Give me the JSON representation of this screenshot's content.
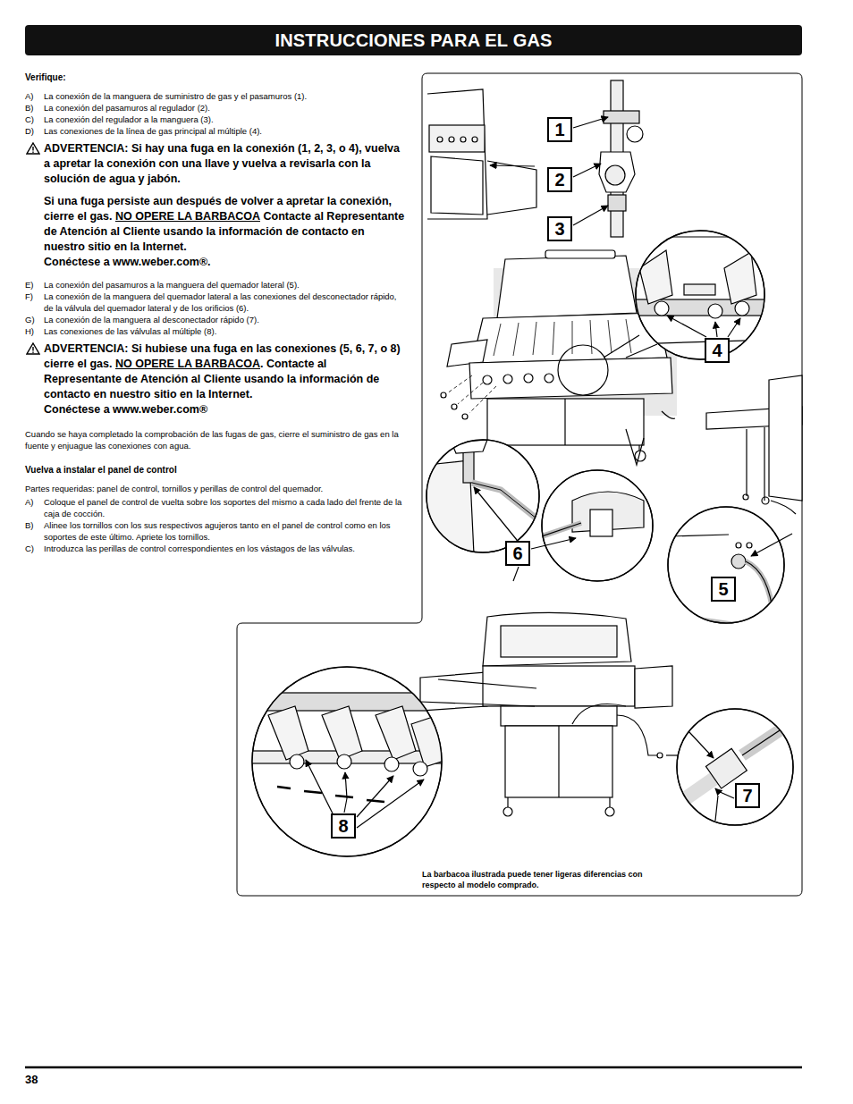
{
  "diagram": {
    "title": "INSTRUCCIONES PARA EL GAS",
    "caption": "La barbacoa ilustrada puede tener ligeras diferencias con respecto al modelo comprado.",
    "nodes": [
      {
        "text": [
          "1"
        ]
      },
      {
        "text": [
          "2"
        ]
      },
      {
        "text": [
          "3"
        ]
      },
      {
        "text": [
          "4"
        ]
      },
      {
        "text": [
          "6"
        ]
      },
      {
        "text": [
          "5"
        ]
      },
      {
        "text": [
          "8"
        ]
      },
      {
        "text": [
          "7"
        ]
      }
    ],
    "labels": [
      "Verifique:",
      "A)",
      "La conexión de la manguera de suministro de gas y el pasamuros (1).",
      "B)",
      "La conexión del pasamuros al regulador (2).",
      "C)",
      "La conexión del regulador a la manguera (3).",
      "D)",
      "Las conexiones de la línea de gas principal al múltiple (4).",
      "ADVERTENCIA: Si hay una fuga en la conexión (1, 2, 3, o 4), vuelva a apretar la conexión con una llave y vuelva a revisarla con la solución de agua y jabón.",
      "Si una fuga persiste aun después de volver a apretar la conexión, cierre el gas.",
      "NO OPERE LA BARBACOA",
      "Contacte al Representante de Atención al Cliente usando la información de contacto en nuestro sitio en la Internet.",
      "Conéctese a www.weber.com®.",
      "E)",
      "La conexión del pasamuros a la manguera del quemador lateral (5).",
      "F)",
      "La conexión de la manguera del quemador lateral a las conexiones del desconectador rápido, de la válvula del quemador lateral y de los orificios (6).",
      "G)",
      "La conexión de la manguera al desconectador rápido (7).",
      "H)",
      "Las conexiones de las válvulas al múltiple (8).",
      "ADVERTENCIA: Si hubiese una fuga en las conexiones (5, 6, 7, o 8) cierre el gas.",
      "NO OPERE LA BARBACOA",
      ". Contacte al Representante de Atención al Cliente usando la información de contacto en nuestro sitio en la Internet.",
      "Conéctese a www.weber.com®",
      "Cuando se haya completado la comprobación de las fugas de gas, cierre el suministro de gas en la fuente y enjuague las conexiones con agua.",
      "Vuelva a instalar el panel de control",
      "Partes requeridas: panel de control, tornillos y perillas de control del quemador.",
      "A)",
      "Coloque el panel de control de vuelta sobre los soportes del mismo a cada lado del frente de la caja de cocción.",
      "B)",
      "Alinee los tornillos con los sus respectivos agujeros tanto en el panel de control como en los soportes de este último. Apriete los tornillos.",
      "C)",
      "Introduzca las perillas de control correspondientes en los vástagos de las válvulas.",
      "38"
    ]
  }
}
